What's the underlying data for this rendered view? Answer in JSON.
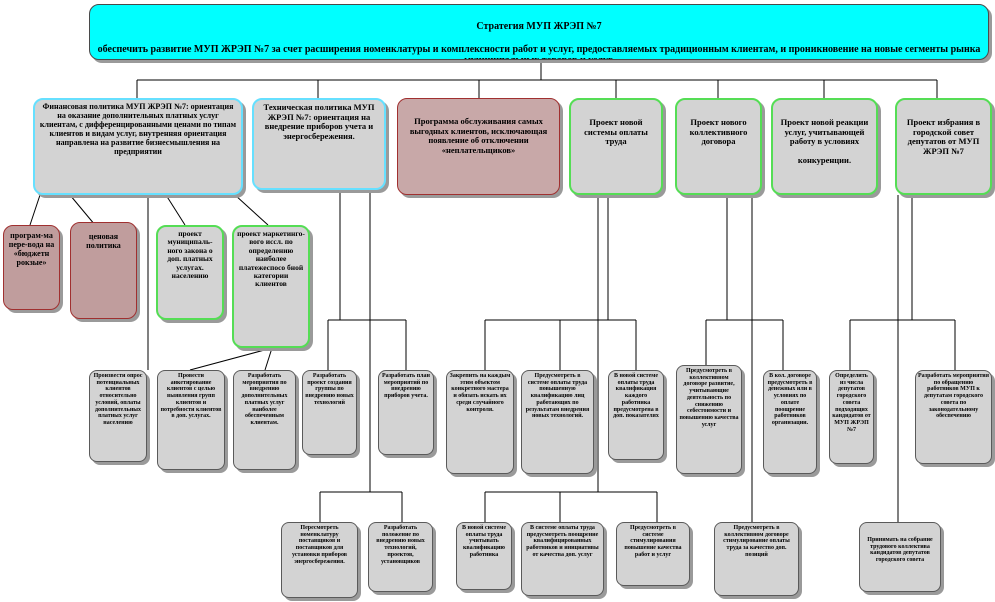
{
  "strategy": {
    "title": "Стратегия  МУП ЖРЭП №7",
    "text": "обеспечить развитие МУП ЖРЭП №7 за счет расширения номенклатуры и комплексности работ и услуг, предоставляемых традиционным клиентам, и проникновение на новые сегменты рынка муниципальных товаров и услуг."
  },
  "level1": {
    "finance": "Финансовая политика МУП ЖРЭП №7: ориентация на оказание дополнительных платных услуг клиентам, с дифференцированными ценами по типам клиентов и видам услуг, внутренняя ориентация направлена на развитие бизнесмышления на предприятии",
    "tech": "Техническая политика МУП ЖРЭП №7: ориентация на внедрение приборов учета и энергосбережения.",
    "program": "Программа обслуживания самых выгодных клиентов, исключающая появление об отключении «неплательщиков»",
    "payment": "Проект новой системы оплаты труда",
    "contract": "Проект нового коллективного договора",
    "reaction": "Проект  новой реакции услуг, учитывающей работу в условиях\n\nконкуренции.",
    "election": "Проект избрания в городской совет депутатов от МУП ЖРЭП №7"
  },
  "level2": {
    "transition": "програм-ма пере-вода на «бюджетн рокзые»",
    "pricing": "ценовая политика",
    "municipal_law": "проект муниципаль-ного закона о доп. платных услугах. населению",
    "marketing": "проект маркетинго-вого иссл. по определению наиболее платежеспосо бной категории клиентов"
  },
  "level3": {
    "t1": "Произвести опрос потенциальных клиентов относительно условий, оплаты дополнительных платных услуг населению",
    "t2": "Провести анкетирование клиентов с целью выявления групп клиентов и потребности клиентов в доп. услугах.",
    "t3": "Разработать мероприятия по внедрению дополнительных платных услуг наиболее обеспеченным клиентам.",
    "t4": "Разработать проект создания группы по внедрению новых технологий",
    "t5": "Разработать план мероприятий по внедрению приборов учета.",
    "p1": "Закрепить на каждым этим объектом конкретного мастера и обязать искать их среди случайного контроля.",
    "p2": "Предусмотреть в системе оплаты труда повышенную квалификацию лиц работающих по результатам внедрения новых технологий.",
    "p3": "В новой системе оплаты труда квалификация каждого работника предусмотрена в доп. показателях",
    "c1": "Предусмотреть в коллективном договоре развитие, учитывающие деятельность по снижению себестоимости и повышению качества услуг",
    "c2": "В кол. договоре предусмотреть в денежных или в условиях по оплате поощрение работников организации.",
    "e1": "Определить из числа депутатов городского совета подходящих кандидатов от МУП ЖРЭП №7",
    "e2": "Разработать мероприятия по обращению работников МУП к депутатам городского совета по законодательному обеспечению"
  },
  "level4": {
    "b1": "Пересмотреть номенклатуру поставщиков и поставщиков для установки приборов энергосбережения.",
    "b2": "Разработать положение по внедрению новых технологий, проектов, установщиков",
    "b3": "В новой системе оплаты труда учитывать квалификацию работника",
    "b4": "В системе оплаты труда предусмотреть поощрение квалифицированных работников и инициативы от качества доп. услуг",
    "b5": "Предусмотреть в системе стимулирования повышение качества работ и услуг",
    "b6": "Предусмотреть в коллективном договоре стимулирование оплаты труда за качество доп. позиций",
    "b7": "Принимать на собрание трудового коллектива кандидатов депутатов городского совета"
  }
}
